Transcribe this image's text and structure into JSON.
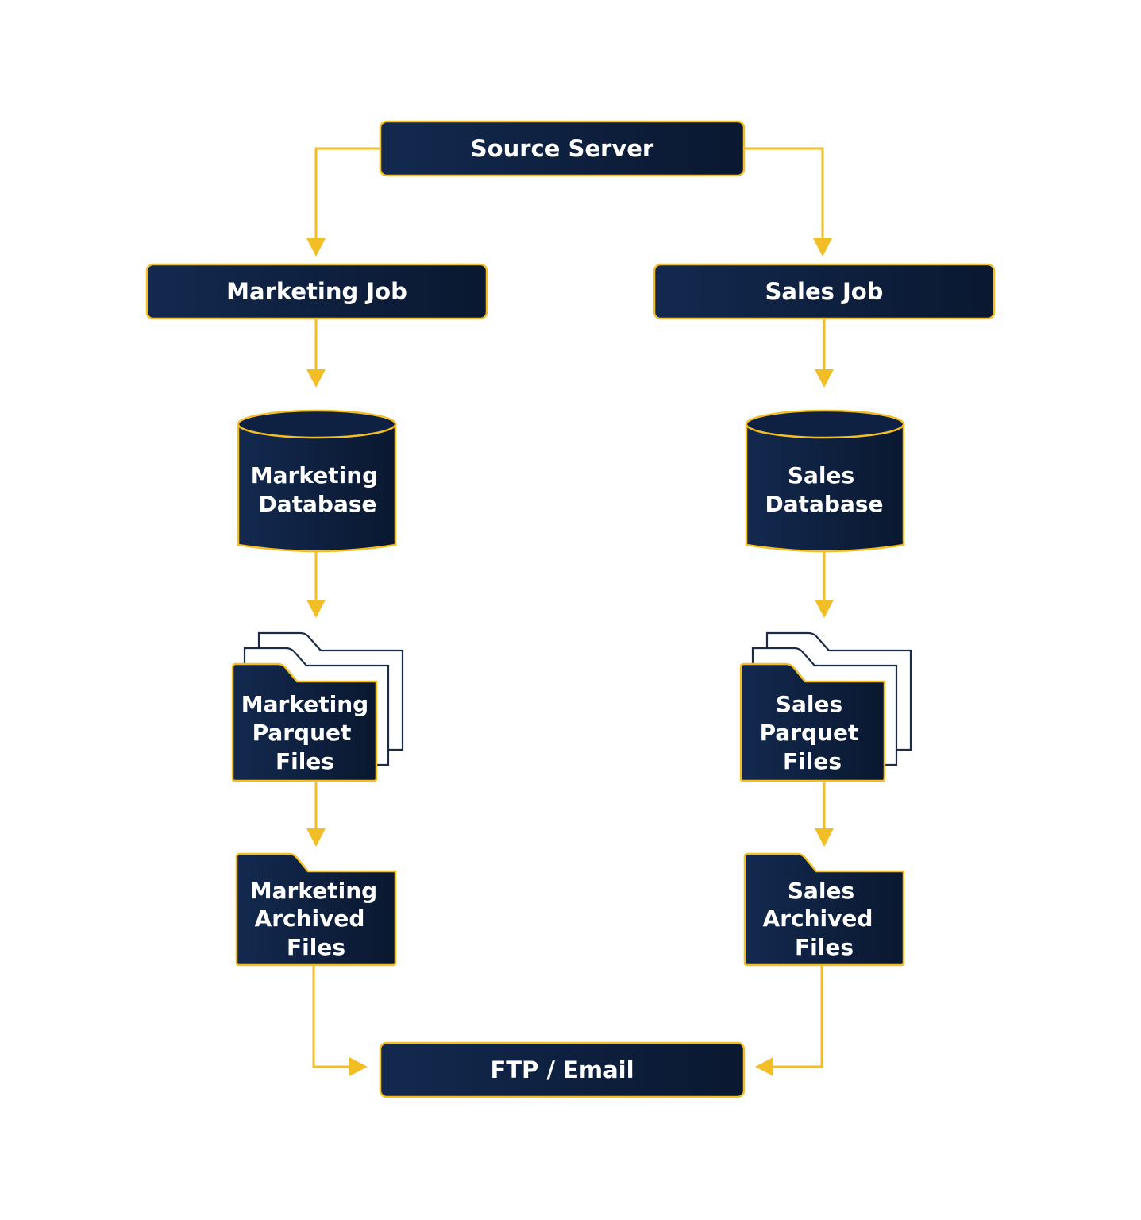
{
  "colors": {
    "node_fill_dark": "#0b1a34",
    "node_fill_light": "#13294f",
    "node_border": "#f2be26",
    "connector": "#f2be26",
    "text": "#ffffff",
    "background": "#ffffff"
  },
  "nodes": {
    "source_server": {
      "label": "Source Server",
      "shape": "rounded-rectangle"
    },
    "marketing_job": {
      "label": "Marketing Job",
      "shape": "rounded-rectangle"
    },
    "sales_job": {
      "label": "Sales Job",
      "shape": "rounded-rectangle"
    },
    "marketing_database": {
      "lines": [
        "Marketing",
        "Database"
      ],
      "shape": "cylinder",
      "icon": "database-icon"
    },
    "sales_database": {
      "lines": [
        "Sales",
        "Database"
      ],
      "shape": "cylinder",
      "icon": "database-icon"
    },
    "marketing_parquet_files": {
      "lines": [
        "Marketing",
        "Parquet",
        "Files"
      ],
      "shape": "stacked-folders",
      "icon": "folder-stack-icon"
    },
    "sales_parquet_files": {
      "lines": [
        "Sales",
        "Parquet",
        "Files"
      ],
      "shape": "stacked-folders",
      "icon": "folder-stack-icon"
    },
    "marketing_archived_files": {
      "lines": [
        "Marketing",
        "Archived",
        "Files"
      ],
      "shape": "folder",
      "icon": "folder-icon"
    },
    "sales_archived_files": {
      "lines": [
        "Sales",
        "Archived",
        "Files"
      ],
      "shape": "folder",
      "icon": "folder-icon"
    },
    "ftp_email": {
      "label": "FTP / Email",
      "shape": "rounded-rectangle"
    }
  },
  "edges": [
    {
      "from": "source_server",
      "to": "marketing_job"
    },
    {
      "from": "source_server",
      "to": "sales_job"
    },
    {
      "from": "marketing_job",
      "to": "marketing_database"
    },
    {
      "from": "sales_job",
      "to": "sales_database"
    },
    {
      "from": "marketing_database",
      "to": "marketing_parquet_files"
    },
    {
      "from": "sales_database",
      "to": "sales_parquet_files"
    },
    {
      "from": "marketing_parquet_files",
      "to": "marketing_archived_files"
    },
    {
      "from": "sales_parquet_files",
      "to": "sales_archived_files"
    },
    {
      "from": "marketing_archived_files",
      "to": "ftp_email"
    },
    {
      "from": "sales_archived_files",
      "to": "ftp_email"
    }
  ]
}
